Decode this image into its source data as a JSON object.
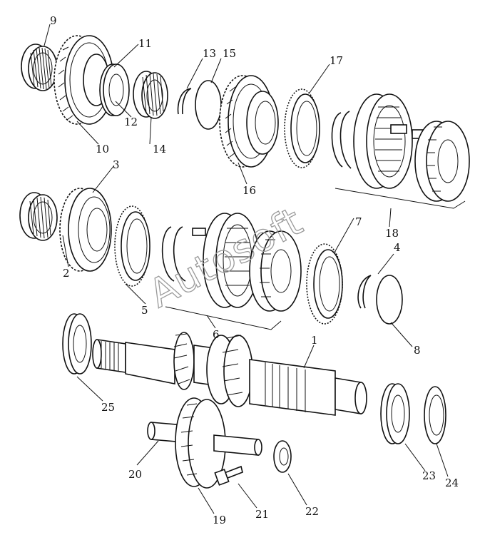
{
  "diagram": {
    "watermark": "Autosoft",
    "callouts": [
      "1",
      "2",
      "3",
      "4",
      "5",
      "6",
      "7",
      "8",
      "9",
      "10",
      "11",
      "12",
      "13",
      "14",
      "15",
      "16",
      "17",
      "18",
      "19",
      "20",
      "21",
      "22",
      "23",
      "24",
      "25"
    ]
  }
}
